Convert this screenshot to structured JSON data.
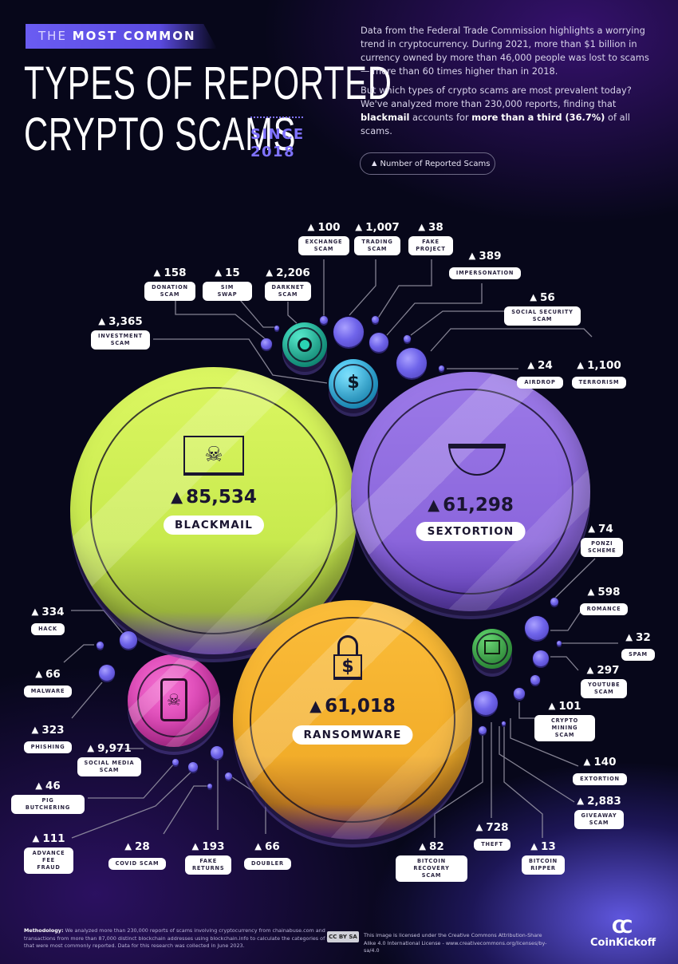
{
  "header": {
    "kicker_light": "THE ",
    "kicker_bold": "MOST COMMON",
    "title_line1": "TYPES OF REPORTED",
    "title_line2": "CRYPTO SCAMS",
    "since_line1": "SINCE",
    "since_line2": "2018"
  },
  "intro": {
    "p1": "Data from the Federal Trade Commission highlights a worrying trend in cryptocurrency. During 2021, more than $1 billion in currency owned by more than 46,000 people was lost to scams — more than 60 times higher than in 2018.",
    "p2_a": "But which types of crypto scams are most prevalent today? We've analyzed more than 230,000 reports, finding that ",
    "p2_b1": "blackmail",
    "p2_c": " accounts for ",
    "p2_b2": "more than a third (36.7%)",
    "p2_d": " of all scams."
  },
  "legend": {
    "icon": "warning-triangle-icon",
    "label": "Number of Reported Scams"
  },
  "icons": {
    "warning": "▲"
  },
  "colors": {
    "blackmail": "#d4f15a",
    "sextortion": "#8f6de0",
    "ransomware": "#f7b733",
    "social_media": "#e23fb3",
    "darknet": "#2ad4b4",
    "investment": "#38c4f0",
    "giveaway": "#3fbf4a",
    "small": "#6f64ea"
  },
  "big": {
    "blackmail": {
      "value": "85,534",
      "label": "BLACKMAIL",
      "icon": "envelope-skull-icon"
    },
    "sextortion": {
      "value": "61,298",
      "label": "SEXTORTION",
      "icon": "underwear-icon"
    },
    "ransomware": {
      "value": "61,018",
      "label": "RANSOMWARE",
      "icon": "padlock-dollar-icon"
    }
  },
  "labels": [
    {
      "value": "100",
      "name": "EXCHANGE\nSCAM"
    },
    {
      "value": "1,007",
      "name": "TRADING\nSCAM"
    },
    {
      "value": "38",
      "name": "FAKE\nPROJECT"
    },
    {
      "value": "389",
      "name": "IMPERSONATION"
    },
    {
      "value": "158",
      "name": "DONATION\nSCAM"
    },
    {
      "value": "15",
      "name": "SIM SWAP"
    },
    {
      "value": "2,206",
      "name": "DARKNET\nSCAM"
    },
    {
      "value": "56",
      "name": "SOCIAL SECURITY\nSCAM"
    },
    {
      "value": "3,365",
      "name": "INVESTMENT\nSCAM"
    },
    {
      "value": "24",
      "name": "AIRDROP"
    },
    {
      "value": "1,100",
      "name": "TERRORISM"
    },
    {
      "value": "74",
      "name": "PONZI\nSCHEME"
    },
    {
      "value": "598",
      "name": "ROMANCE"
    },
    {
      "value": "32",
      "name": "SPAM"
    },
    {
      "value": "297",
      "name": "YOUTUBE\nSCAM"
    },
    {
      "value": "101",
      "name": "CRYPTO\nMINING SCAM"
    },
    {
      "value": "140",
      "name": "EXTORTION"
    },
    {
      "value": "2,883",
      "name": "GIVEAWAY\nSCAM"
    },
    {
      "value": "728",
      "name": "THEFT"
    },
    {
      "value": "82",
      "name": "BITCOIN\nRECOVERY SCAM"
    },
    {
      "value": "13",
      "name": "BITCOIN\nRIPPER"
    },
    {
      "value": "334",
      "name": "HACK"
    },
    {
      "value": "66",
      "name": "MALWARE"
    },
    {
      "value": "323",
      "name": "PHISHING"
    },
    {
      "value": "9,971",
      "name": "SOCIAL MEDIA\nSCAM"
    },
    {
      "value": "46",
      "name": "PIG BUTCHERING"
    },
    {
      "value": "111",
      "name": "ADVANCE\nFEE FRAUD"
    },
    {
      "value": "28",
      "name": "COVID SCAM"
    },
    {
      "value": "193",
      "name": "FAKE\nRETURNS"
    },
    {
      "value": "66",
      "name": "DOUBLER"
    }
  ],
  "chart_data": {
    "type": "bubble",
    "title": "The Most Common Types of Reported Crypto Scams Since 2018",
    "legend": [
      "Number of Reported Scams"
    ],
    "categories": [
      "Blackmail",
      "Sextortion",
      "Ransomware",
      "Social Media Scam",
      "Investment Scam",
      "Giveaway Scam",
      "Darknet Scam",
      "Terrorism",
      "Trading Scam",
      "Theft",
      "Romance",
      "Impersonation",
      "Hack",
      "Phishing",
      "YouTube Scam",
      "Donation Scam",
      "Extortion",
      "Advance Fee Fraud",
      "Crypto Mining Scam",
      "Exchange Scam",
      "Fake Returns",
      "Bitcoin Recovery Scam",
      "Ponzi Scheme",
      "Malware",
      "Doubler",
      "Social Security Scam",
      "Pig Butchering",
      "Fake Project",
      "Spam",
      "Covid Scam",
      "Airdrop",
      "Sim Swap",
      "Bitcoin Ripper"
    ],
    "values": [
      85534,
      61298,
      61018,
      9971,
      3365,
      2883,
      2206,
      1100,
      1007,
      728,
      598,
      389,
      334,
      323,
      297,
      158,
      140,
      111,
      101,
      100,
      193,
      82,
      74,
      66,
      66,
      56,
      46,
      38,
      32,
      28,
      24,
      15,
      13
    ],
    "annotations": [
      "Blackmail accounts for more than a third (36.7%) of all scams"
    ]
  },
  "footer": {
    "method_bold": "Methodology:",
    "method_text": " We analyzed more than 230,000 reports of scams involving cryptocurrency from chainabuse.com and transactions from more than 87,000 distinct blockchain addresses using blockchain.info to calculate the categories of scams that were most commonly reported. Data for this research was collected in June 2023.",
    "cc_badge": "CC BY SA",
    "license": "This image is licensed under the Creative Commons Attribution-Share Alike 4.0 International License - www.creativecommons.org/licenses/by-sa/4.0",
    "brand_logo": "CC",
    "brand_name": "CoinKickoff"
  }
}
